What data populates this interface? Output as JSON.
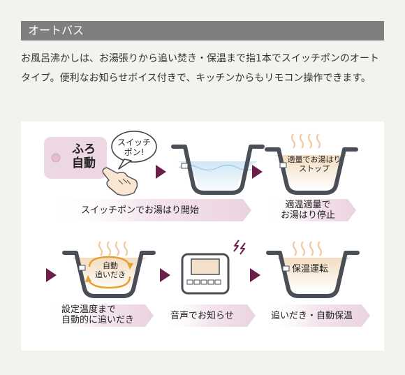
{
  "header": {
    "title": "オートバス"
  },
  "description": "お風呂沸かしは、お湯張りから追い焚き・保温まで指1本でスイッチポンのオートタイプ。便利なお知らせボイス付きで、キッチンからもリモコン操作できます。",
  "diagram": {
    "remote_button": {
      "line1": "ふろ",
      "line2": "自動"
    },
    "bubble": {
      "line1": "スイッチ",
      "line2": "ポン!"
    },
    "step1_caption": "スイッチポンでお湯はり開始",
    "tub2_label": {
      "line1": "適量でお湯はり",
      "line2": "ストップ"
    },
    "step2_caption": {
      "line1": "適温適量で",
      "line2": "お湯はり停止"
    },
    "tub3_label": {
      "line1": "自動",
      "line2": "追いだき"
    },
    "step3_caption": {
      "line1": "設定温度まで",
      "line2": "自動的に追いだき"
    },
    "step4_caption": "音声でお知らせ",
    "tub4_label": "保温運転",
    "step5_caption": "追いだき・自動保温",
    "colors": {
      "arrow": "#6d1f4a",
      "ribbon": "#f1dde8",
      "tub_outline": "#4a4f57",
      "water": "#b9d9ec",
      "warm_water": "#f2e0c8",
      "steam": "#f0c9a3",
      "circulation": "#e7a030",
      "button": "#e9cfde"
    }
  }
}
